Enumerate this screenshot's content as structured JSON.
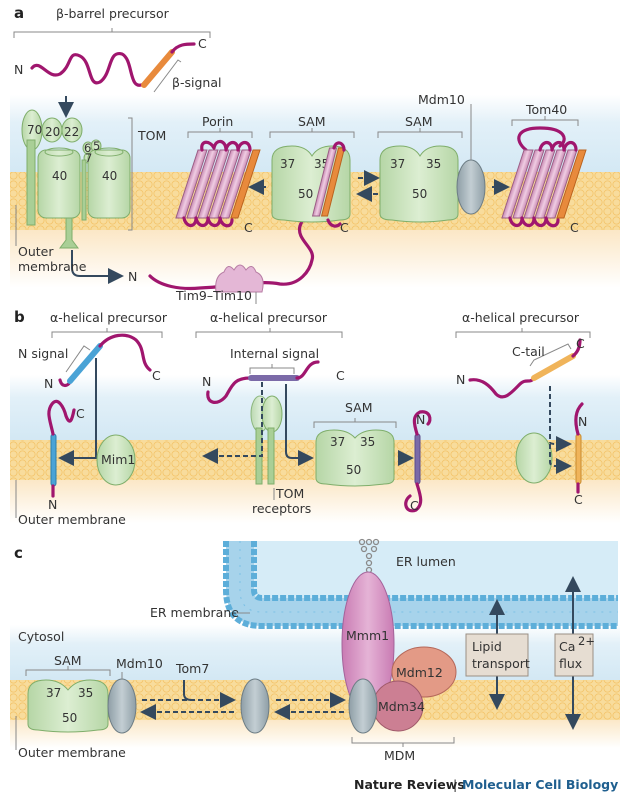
{
  "figure": {
    "credit": {
      "journal": "Nature Reviews",
      "separator": "|",
      "subjournal": "Molecular Cell Biology"
    },
    "colors": {
      "polypeptide": "#a0166e",
      "beta_signal": "#e88a3c",
      "n_signal": "#4aa3d6",
      "internal_signal": "#7b6aa8",
      "c_tail": "#f0b45a",
      "complex_green": "#cfe6c2",
      "mdm10_grey": "#a9b6bd",
      "membrane": "#f6d48a",
      "cytosol": "#ddeef7",
      "mmm1": "#d595c3",
      "mdm12": "#e08c7a",
      "mdm34": "#c9798c"
    }
  },
  "panel_a": {
    "letter": "a",
    "precursor_label": "β-barrel precursor",
    "beta_signal_label": "β-signal",
    "n_label": "N",
    "c_label": "C",
    "tom_label": "TOM",
    "tom_subunits": [
      "70",
      "20",
      "22",
      "6",
      "5",
      "7",
      "40",
      "40"
    ],
    "porin_label": "Porin",
    "sam_label_1": "SAM",
    "sam_label_2": "SAM",
    "sam_subunits": [
      "37",
      "35",
      "50"
    ],
    "mdm10_label": "Mdm10",
    "tom40_label": "Tom40",
    "tim_label": "Tim9–Tim10",
    "outer_membrane_label_1": "Outer",
    "outer_membrane_label_2": "membrane"
  },
  "panel_b": {
    "letter": "b",
    "precursor_labels": [
      "α-helical precursor",
      "α-helical precursor",
      "α-helical precursor"
    ],
    "n_signal_label": "N signal",
    "internal_signal_label": "Internal signal",
    "c_tail_label": "C-tail",
    "mim1_label": "Mim1",
    "sam_label": "SAM",
    "sam_subunits": [
      "37",
      "35",
      "50"
    ],
    "tom_receptors_label_1": "TOM",
    "tom_receptors_label_2": "receptors",
    "outer_membrane_label": "Outer membrane",
    "n_label": "N",
    "c_label": "C"
  },
  "panel_c": {
    "letter": "c",
    "er_lumen_label": "ER lumen",
    "er_membrane_label": "ER membrane",
    "cytosol_label": "Cytosol",
    "sam_label": "SAM",
    "sam_subunits": [
      "37",
      "35",
      "50"
    ],
    "mdm10_label": "Mdm10",
    "tom7_label": "Tom7",
    "mmm1_label": "Mmm1",
    "mdm12_label": "Mdm12",
    "mdm34_label": "Mdm34",
    "mdm_label": "MDM",
    "lipid_label_1": "Lipid",
    "lipid_label_2": "transport",
    "ca_label_1": "Ca",
    "ca_sup": "2+",
    "ca_label_2": "flux",
    "outer_membrane_label": "Outer membrane"
  }
}
